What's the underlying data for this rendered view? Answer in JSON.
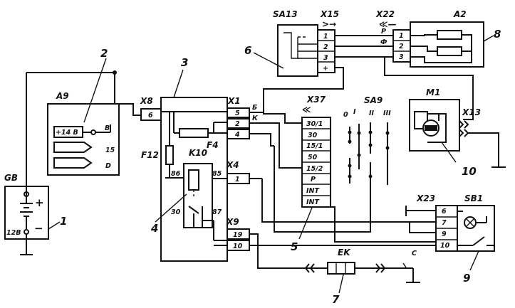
{
  "components": {
    "battery": {
      "ref": "GB",
      "plus": "+",
      "minus": "−",
      "voltage": "12B",
      "callout": "1"
    },
    "a9": {
      "ref": "A9",
      "pin_14b": "+14 B",
      "pin_b": "B",
      "pin_15": "15",
      "pin_d": "D",
      "callout": "2"
    },
    "unit3": {
      "callout": "3"
    },
    "x8": {
      "ref": "X8",
      "pin": "6"
    },
    "x1": {
      "ref": "X1",
      "pins": [
        "5",
        "2",
        "4"
      ]
    },
    "f4": {
      "ref": "F4"
    },
    "f12": {
      "ref": "F12"
    },
    "k10": {
      "ref": "K10",
      "pin86": "86",
      "pin85": "85",
      "pin30": "30",
      "pin87": "87",
      "callout": "4"
    },
    "x4": {
      "ref": "X4",
      "pin": "1"
    },
    "x9": {
      "ref": "X9",
      "pins": [
        "19",
        "10"
      ]
    },
    "sa13": {
      "ref": "SA13",
      "callout": "6"
    },
    "x15": {
      "ref": "X15",
      "pins": [
        "1",
        "2",
        "3",
        "+"
      ]
    },
    "x22": {
      "ref": "X22",
      "pins": [
        "1",
        "2",
        "3"
      ],
      "mark_p": "P",
      "mark_f": "Ф"
    },
    "a2": {
      "ref": "A2",
      "callout": "8"
    },
    "x37": {
      "ref": "X37",
      "pins": [
        "30/1",
        "30",
        "15/1",
        "50",
        "15/2",
        "P",
        "INT",
        "INT"
      ],
      "callout": "5"
    },
    "sa9": {
      "ref": "SA9",
      "positions": [
        "0",
        "I",
        "II",
        "III"
      ]
    },
    "m1": {
      "ref": "M1",
      "callout": "10"
    },
    "x13": {
      "ref": "X13"
    },
    "x23": {
      "ref": "X23",
      "pins": [
        "6",
        "7",
        "9",
        "10"
      ]
    },
    "sb1": {
      "ref": "SB1",
      "callout": "9"
    },
    "ek": {
      "ref": "EK",
      "callout": "7"
    }
  },
  "wire_marks": {
    "b1": "Б",
    "k": "К",
    "b2": "В",
    "c": "С"
  }
}
